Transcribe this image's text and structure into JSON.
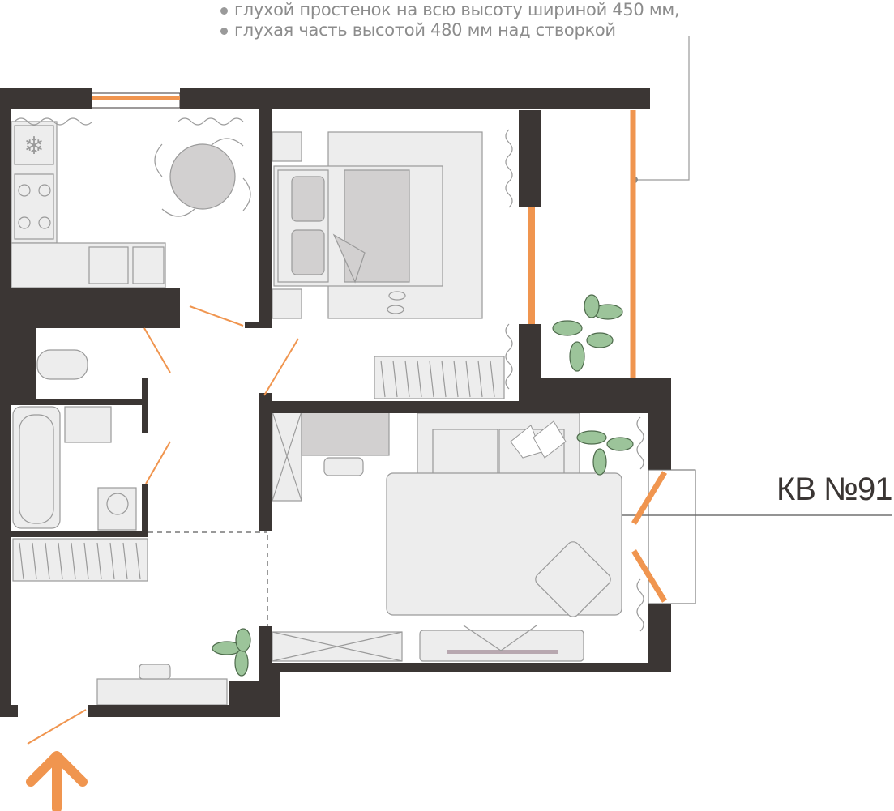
{
  "notes": [
    "глухой простенок на всю высоту шириной 450 мм,",
    "глухая часть высотой 480 мм над створкой"
  ],
  "apartment_label": "КВ №91",
  "colors": {
    "wall": "#3b3634",
    "window": "#f0954f",
    "furniture": "#ededed",
    "text": "#8c8c8c"
  }
}
